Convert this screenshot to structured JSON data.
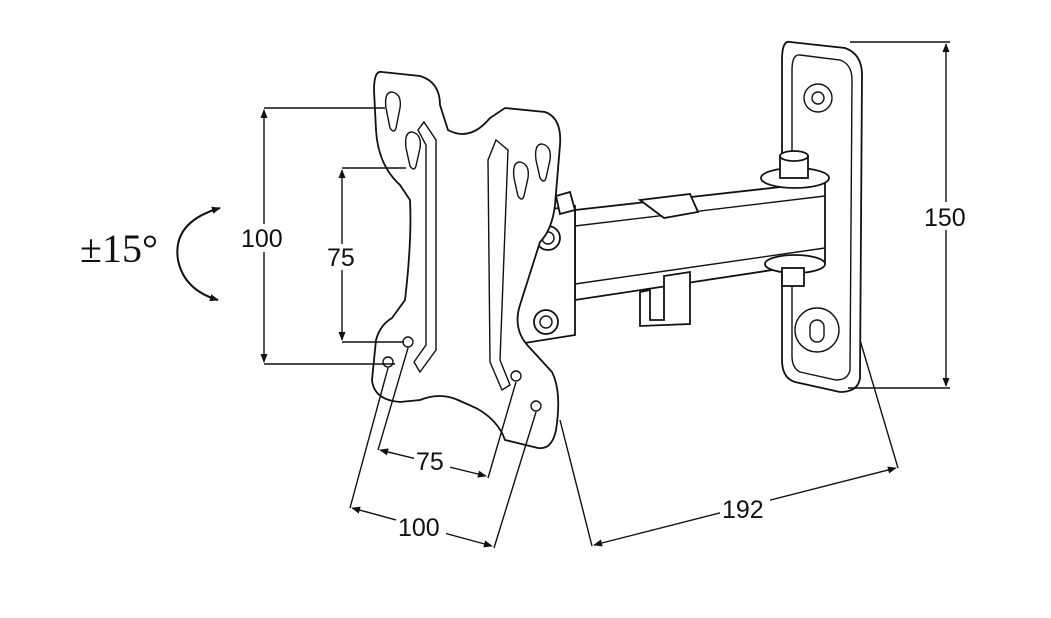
{
  "rotation": {
    "label": "±15°"
  },
  "dimensions": {
    "vesa_outer_height": "100",
    "vesa_inner_height": "75",
    "vesa_inner_width": "75",
    "vesa_outer_width": "100",
    "extension_length": "192",
    "wall_plate_height": "150"
  }
}
